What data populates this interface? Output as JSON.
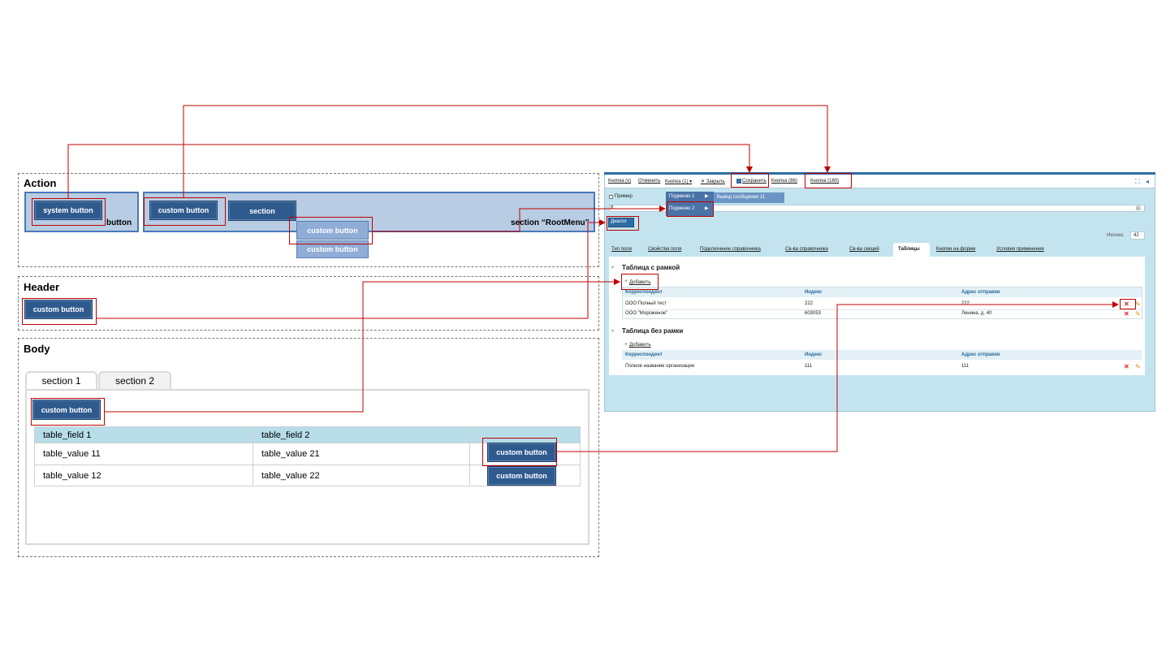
{
  "action": {
    "title": "Action",
    "system_button": "system button",
    "button_label": "button",
    "custom_button": "custom button",
    "section_button": "section",
    "menu_item_1": "custom button",
    "menu_item_2": "custom button",
    "section_label": "section “RootMenu”"
  },
  "header": {
    "title": "Header",
    "custom_button": "custom button"
  },
  "body": {
    "title": "Body",
    "tabs": [
      "section 1",
      "section 2"
    ],
    "custom_button": "custom button",
    "table": {
      "columns": [
        "table_field 1",
        "table_field 2"
      ],
      "rows": [
        [
          "table_value 11",
          "table_value 21"
        ],
        [
          "table_value 12",
          "table_value 22"
        ]
      ],
      "row_button": "custom button"
    }
  },
  "screenshot": {
    "toolbar": [
      "Кнопка (x)",
      "Отменить",
      "Кнопка (1) ▾",
      "✕ Закрыть",
      "Сохранить",
      "Кнопка (86)",
      "Кнопка (160)"
    ],
    "checkbox_label": "Пример",
    "submenu_1": "Подменю 1",
    "submenu_2": "Подменю 2",
    "submenu_popup": "Вывод сообщения 11",
    "input_value": "8",
    "dialog_button": "Диалог",
    "icon_label": "Иконка:",
    "icon_value": "42",
    "tabs": [
      "Тип поля",
      "Свойства поля",
      "Подключение справочника",
      "Св-ва справочника",
      "Св-ва секций",
      "Таблицы",
      "Кнопки на форме",
      "Условия применения"
    ],
    "active_tab": "Таблицы",
    "table1": {
      "title": "Таблица с рамкой",
      "add": "Добавить",
      "columns": [
        "Корреспондент",
        "Индекс",
        "Адрес отправки"
      ],
      "rows": [
        [
          "ООО Полный тест",
          "222",
          "222"
        ],
        [
          "ООО \"Мороженое\"",
          "603053",
          "Ленина, д. 40"
        ]
      ]
    },
    "table2": {
      "title": "Таблица без рамки",
      "add": "Добавить",
      "columns": [
        "Корреспондент",
        "Индекс",
        "Адрес отправки"
      ],
      "rows": [
        [
          "Полное название организации",
          "111",
          "111"
        ]
      ]
    }
  },
  "colors": {
    "connector": "#c00000",
    "button_dark": "#2e5a8e",
    "group_fill": "#b8cce4",
    "screenshot_bg": "#c3e4ee"
  }
}
